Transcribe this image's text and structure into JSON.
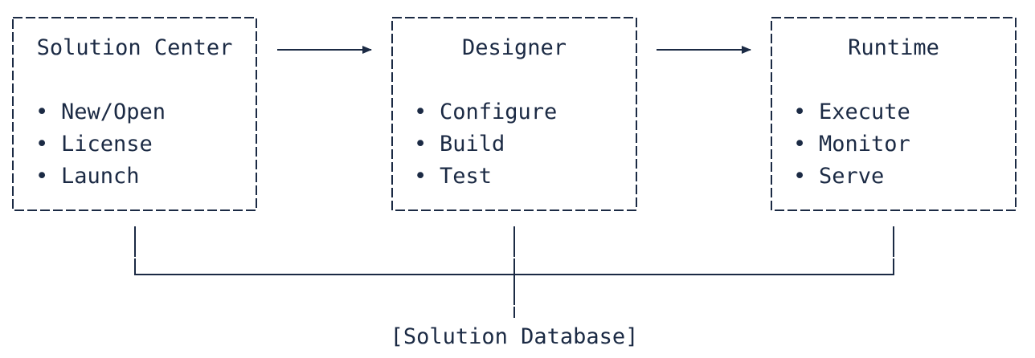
{
  "colors": {
    "ink": "#1b2a44",
    "background": "#ffffff"
  },
  "boxes": [
    {
      "title": "Solution Center",
      "items": [
        "New/Open",
        "License",
        "Launch"
      ]
    },
    {
      "title": "Designer",
      "items": [
        "Configure",
        "Build",
        "Test"
      ]
    },
    {
      "title": "Runtime",
      "items": [
        "Execute",
        "Monitor",
        "Serve"
      ]
    }
  ],
  "bullet_glyph": "•",
  "database": {
    "label": "[Solution Database]"
  }
}
